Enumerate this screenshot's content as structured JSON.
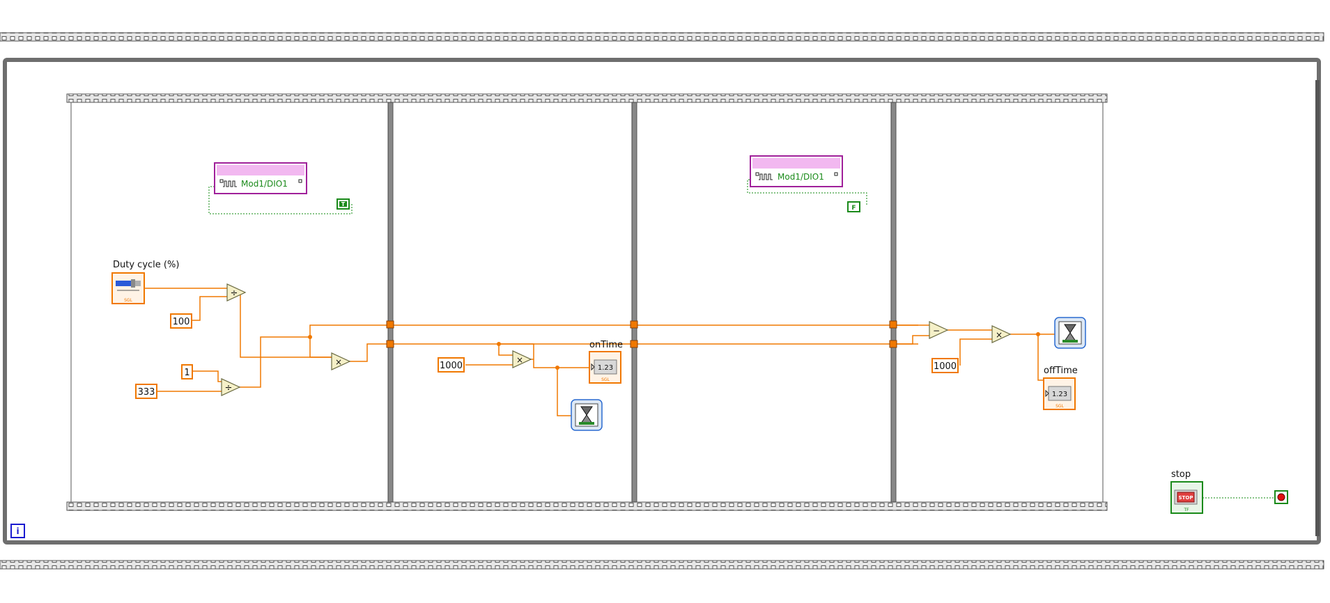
{
  "colors": {
    "frame_gray": "#6e6e6e",
    "frame_border": "#3a3a3a",
    "wire_numeric": "#f07800",
    "wire_boolean": "#0f8a0f",
    "wire_daq": "#a0209a",
    "daq_fill": "#f2b8f0",
    "terminal_green": "#1a8a1a",
    "iteration_blue": "#1a1ad0"
  },
  "labels": {
    "duty_cycle": "Duty cycle (%)",
    "on_time": "onTime",
    "off_time": "offTime",
    "stop": "stop"
  },
  "constants": {
    "c100": "100",
    "c1": "1",
    "c333": "333",
    "c1000_a": "1000",
    "c1000_b": "1000",
    "bool_true": "T",
    "bool_false": "F"
  },
  "daq_channels": {
    "first": "Mod1/DIO1",
    "second": "Mod1/DIO1"
  },
  "functions": {
    "divide": "÷",
    "multiply": "×",
    "subtract": "−"
  },
  "indicator_text": {
    "numeric": "1.23",
    "type_sgl": "SGL",
    "type_tf": "TF",
    "stop_button": "STOP"
  },
  "icons": {
    "wait": "hourglass-icon",
    "iteration": "iteration-terminal-icon",
    "condition": "stop-condition-icon"
  },
  "loop_iteration_label": "i"
}
